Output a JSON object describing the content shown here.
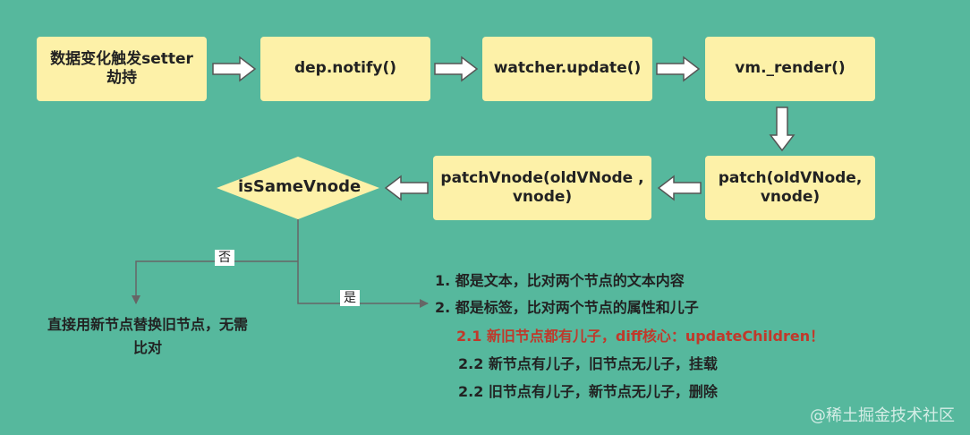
{
  "nodes": {
    "setter": "数据变化触发setter劫持",
    "notify": "dep.notify()",
    "watcher_update": "watcher.update()",
    "vm_render": "vm._render()",
    "patch": "patch(oldVNode, vnode)",
    "patch_vnode": "patchVnode(oldVNode , vnode)",
    "is_same_vnode": "isSameVnode",
    "replace": "直接用新节点替换旧节点，无需比对"
  },
  "branches": {
    "no": "否",
    "yes": "是"
  },
  "rules": [
    "1. 都是文本，比对两个节点的文本内容",
    "2. 都是标签，比对两个节点的属性和儿子",
    "2.1 新旧节点都有儿子，diff核心：updateChildren！",
    "2.2 新节点有儿子，旧节点无儿子，挂载",
    "2.2 旧节点有儿子，新节点无儿子，删除"
  ],
  "watermark": "@稀土掘金技术社区",
  "colors": {
    "background": "#56b89d",
    "box": "#fdf1a8",
    "highlight": "#c0392b"
  }
}
